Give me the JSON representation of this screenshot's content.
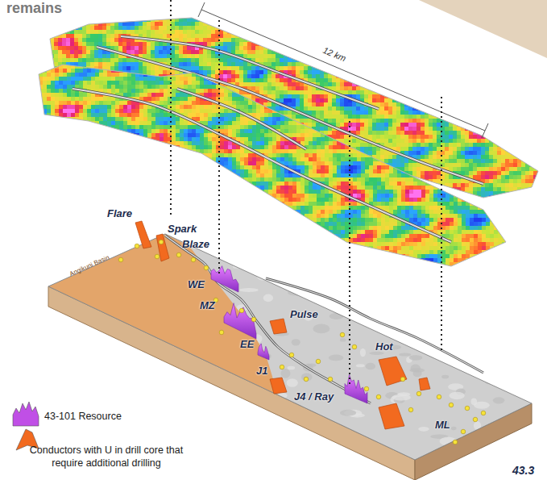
{
  "diagram": {
    "labels": [
      "remains",
      "12 km",
      "Angikuni Basin",
      "Flare",
      "Spark",
      "Blaze",
      "WE",
      "MZ",
      "Pulse",
      "EE",
      "Hot",
      "J1",
      "J4 / Ray",
      "ML",
      "43.3"
    ],
    "legend": [
      {
        "text": "43-101 Resource",
        "color": "#c04fe6"
      },
      {
        "text": "Conductors with U in drill core that require additional drilling",
        "color": "#f26a1f"
      }
    ]
  }
}
